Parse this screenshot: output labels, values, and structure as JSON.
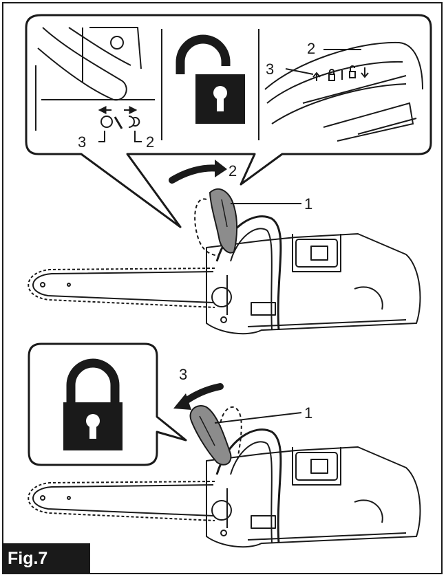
{
  "figure": {
    "tag": "Fig.7"
  },
  "callouts": {
    "top": {
      "lever": "1",
      "direction": "2"
    },
    "bottom": {
      "lever": "1",
      "direction": "3"
    },
    "zoom_left": {
      "pos_a": "3",
      "pos_b": "2"
    },
    "zoom_right": {
      "pos_a": "3",
      "pos_b": "2"
    }
  },
  "icons": {
    "unlock": "padlock-open-icon",
    "lock": "padlock-closed-icon"
  },
  "colors": {
    "ink": "#1a1a1a",
    "handle": "#8c8c8c",
    "paper": "#ffffff"
  }
}
